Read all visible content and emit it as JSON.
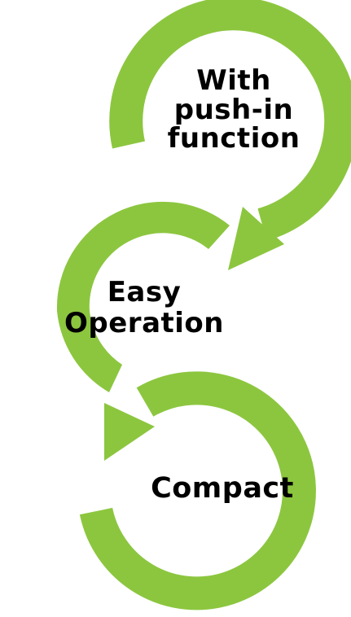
{
  "diagram": {
    "arc_color": "#8cc63f",
    "steps": [
      {
        "lines": [
          "With",
          "push-in",
          "function"
        ]
      },
      {
        "lines": [
          "Easy",
          "Operation"
        ]
      },
      {
        "lines": [
          "Compact"
        ]
      }
    ]
  }
}
